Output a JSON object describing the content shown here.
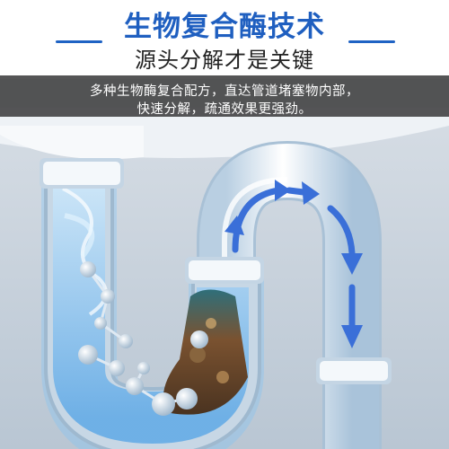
{
  "header": {
    "title": "生物复合酶技术",
    "subtitle": "源头分解才是关键"
  },
  "banner": {
    "line1": "多种生物酶复合配方，直达管道堵塞物内部，",
    "line2": "快速分解，疏通效果更强劲。"
  },
  "colors": {
    "accent": "#1f5fc0",
    "banner_bg": "#464648",
    "arrow": "#3a6fd8",
    "pipe": "#e9f1f8",
    "water": "#8cc8f0",
    "clog": "#6b4a2e"
  },
  "icons": [
    "flow-arrow-icon",
    "molecule-icon"
  ]
}
